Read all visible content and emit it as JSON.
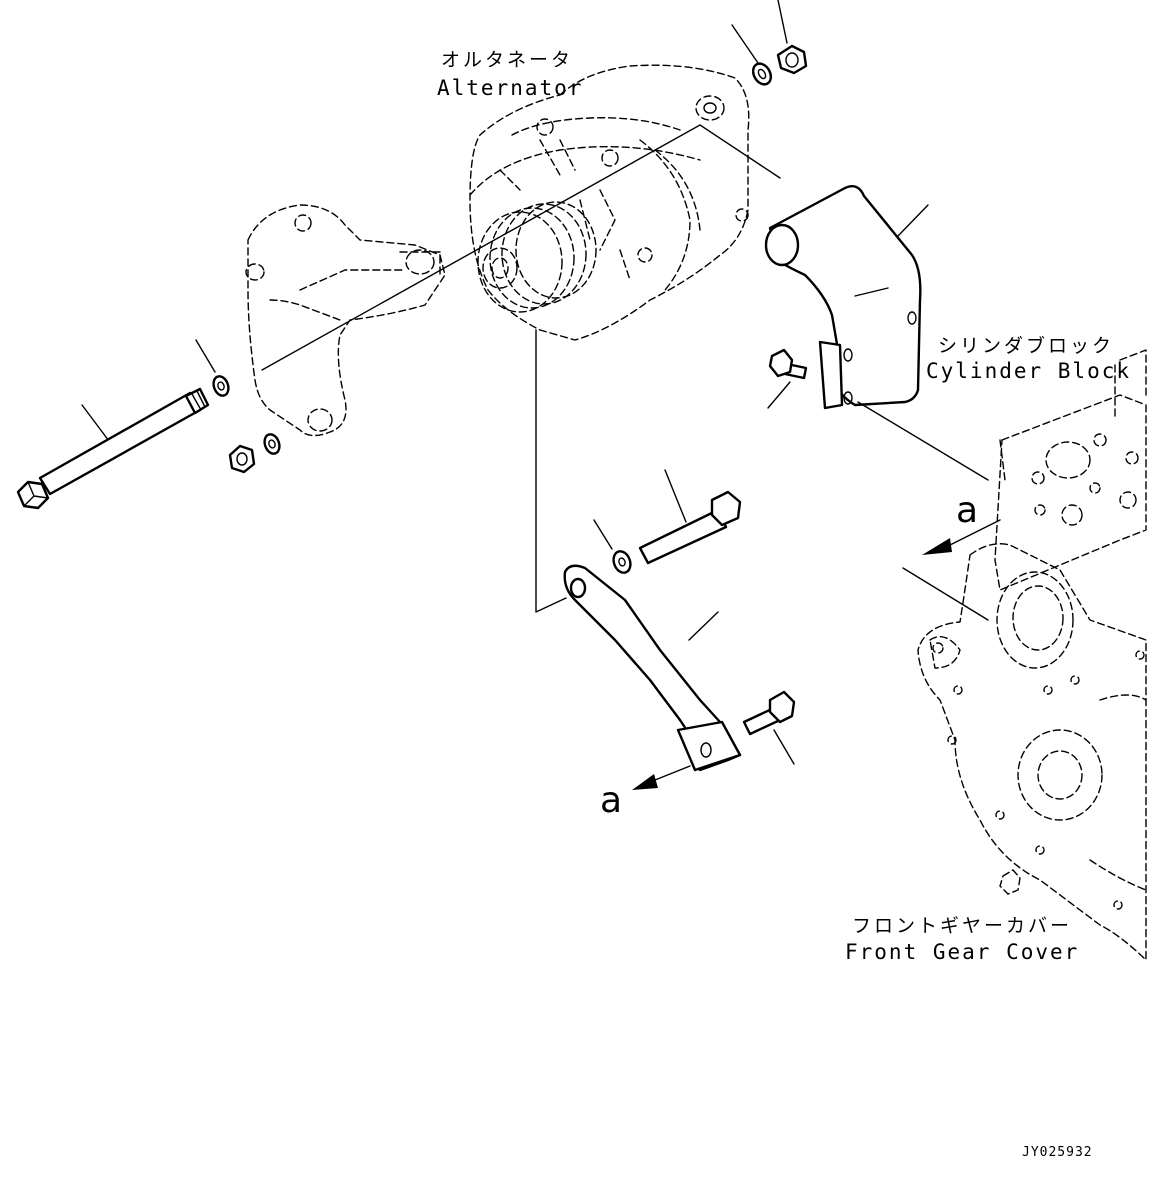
{
  "labels": {
    "alternator_jp": "オルタネータ",
    "alternator_en": "Alternator",
    "cylinder_block_jp": "シリンダブロック",
    "cylinder_block_en": "Cylinder Block",
    "front_gear_cover_jp": "フロントギヤーカバー",
    "front_gear_cover_en": "Front Gear Cover"
  },
  "view_markers": {
    "upper": "a",
    "lower": "a"
  },
  "drawing_code": "JY025932"
}
